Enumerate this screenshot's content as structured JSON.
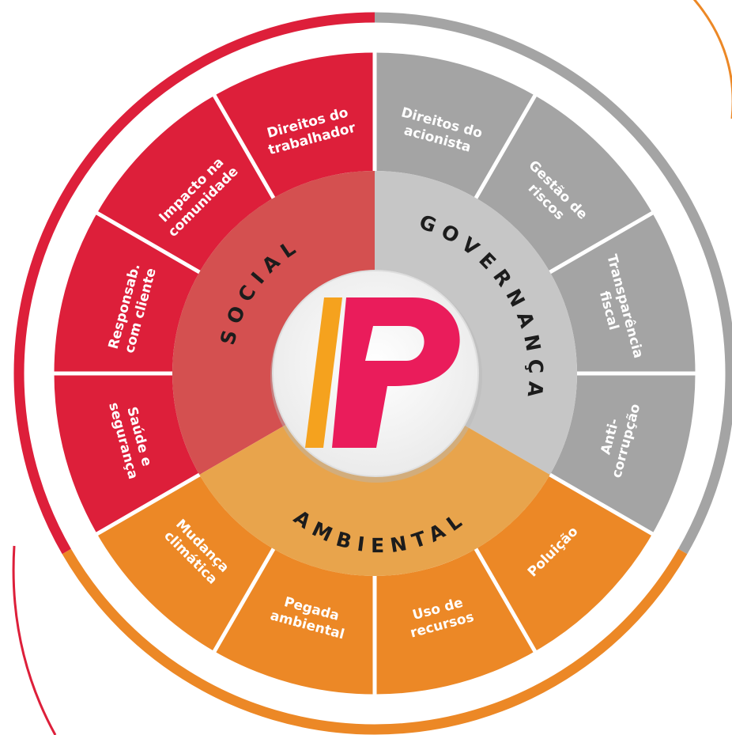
{
  "colors": {
    "social": "#dd1f3a",
    "social_inner": "#d45050",
    "governanca": "#a4a4a4",
    "governanca_inner": "#c6c6c6",
    "ambiental": "#ec8826",
    "ambiental_inner": "#e8a44c",
    "logo_pink": "#ea1c5b",
    "logo_orange": "#f5a21e"
  },
  "pillars": {
    "social": "SOCIAL",
    "governanca": "GOVERNANÇA",
    "ambiental": "AMBIENTAL"
  },
  "segments": [
    {
      "id": "direitos-do-trabalhador",
      "pillar": "social",
      "lines": [
        "Direitos do",
        "trabalhador"
      ]
    },
    {
      "id": "impacto-na-comunidade",
      "pillar": "social",
      "lines": [
        "Impacto na",
        "comunidade"
      ]
    },
    {
      "id": "responsab-com-cliente",
      "pillar": "social",
      "lines": [
        "Responsab.",
        "com cliente"
      ]
    },
    {
      "id": "saude-e-seguranca",
      "pillar": "social",
      "lines": [
        "Saúde e",
        "segurança"
      ]
    },
    {
      "id": "mudanca-climatica",
      "pillar": "ambiental",
      "lines": [
        "Mudança",
        "climática"
      ]
    },
    {
      "id": "pegada-ambiental",
      "pillar": "ambiental",
      "lines": [
        "Pegada",
        "ambiental"
      ]
    },
    {
      "id": "uso-de-recursos",
      "pillar": "ambiental",
      "lines": [
        "Uso de",
        "recursos"
      ]
    },
    {
      "id": "poluicao",
      "pillar": "ambiental",
      "lines": [
        "Poluição"
      ]
    },
    {
      "id": "anti-corrupcao",
      "pillar": "governanca",
      "lines": [
        "Anti-",
        "corrupção"
      ]
    },
    {
      "id": "transparencia-fiscal",
      "pillar": "governanca",
      "lines": [
        "Transparência",
        "fiscal"
      ]
    },
    {
      "id": "gestao-de-riscos",
      "pillar": "governanca",
      "lines": [
        "Gestão de",
        "riscos"
      ]
    },
    {
      "id": "direitos-do-acionista",
      "pillar": "governanca",
      "lines": [
        "Direitos do",
        "acionista"
      ]
    }
  ],
  "logo": {
    "letter": "P"
  }
}
